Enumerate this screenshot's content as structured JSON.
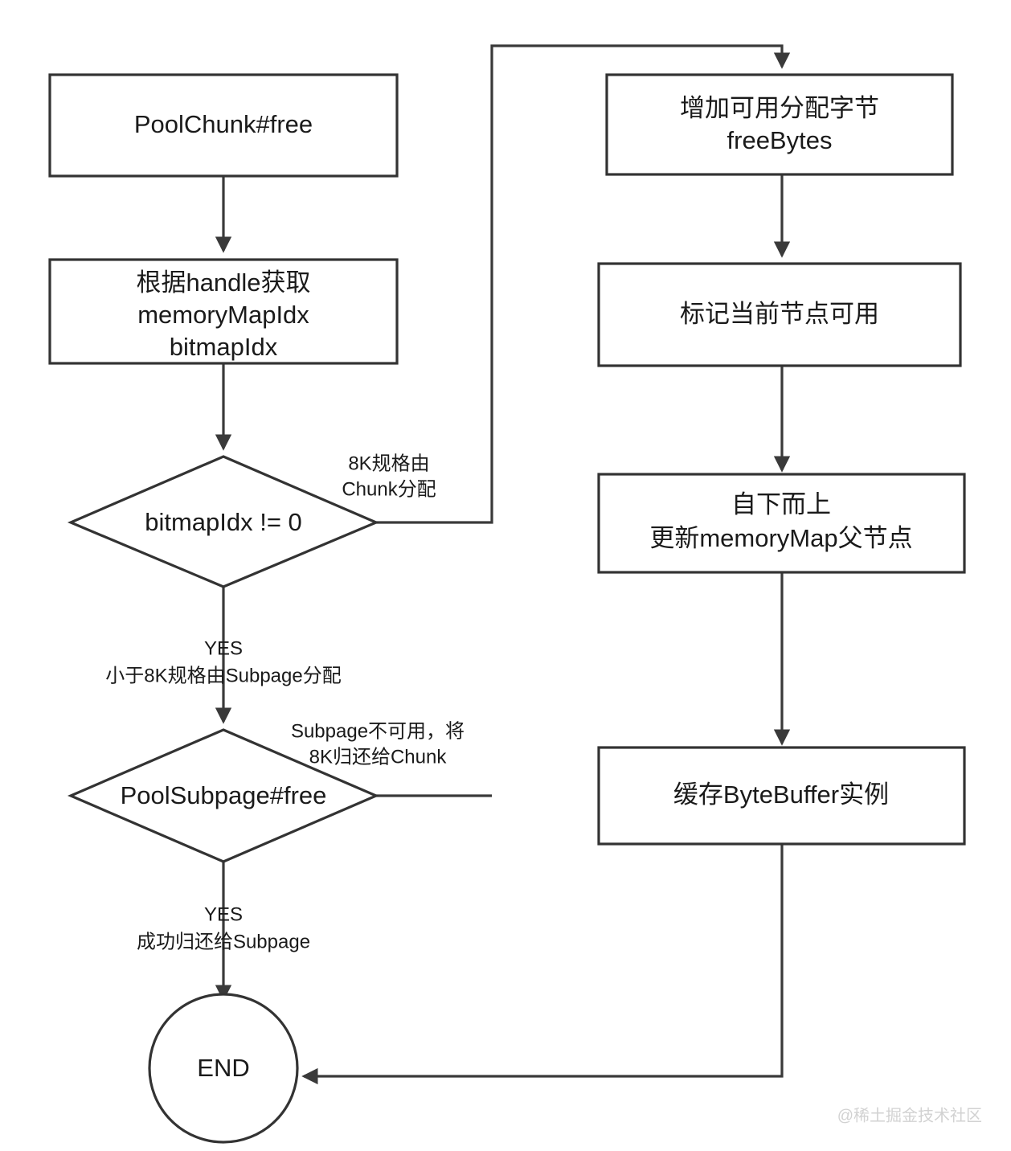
{
  "diagram": {
    "title": "PoolChunk#free flowchart",
    "colors": {
      "stroke": "#333333",
      "fill": "#ffffff",
      "text": "#1a1a1a",
      "watermark": "#d2d2d2"
    },
    "nodes": {
      "start": {
        "type": "process",
        "lines": [
          "PoolChunk#free"
        ]
      },
      "get_idx": {
        "type": "process",
        "lines": [
          "根据handle获取",
          "memoryMapIdx",
          "bitmapIdx"
        ]
      },
      "decision_bitmap": {
        "type": "decision",
        "lines": [
          "bitmapIdx != 0"
        ]
      },
      "decision_subpage": {
        "type": "decision",
        "lines": [
          "PoolSubpage#free"
        ]
      },
      "end": {
        "type": "terminator",
        "lines": [
          "END"
        ]
      },
      "free_bytes": {
        "type": "process",
        "lines": [
          "增加可用分配字节",
          "freeBytes"
        ]
      },
      "mark_node": {
        "type": "process",
        "lines": [
          "标记当前节点可用"
        ]
      },
      "update_parent": {
        "type": "process",
        "lines": [
          "自下而上",
          "更新memoryMap父节点"
        ]
      },
      "cache_buffer": {
        "type": "process",
        "lines": [
          "缓存ByteBuffer实例"
        ]
      }
    },
    "edge_labels": {
      "bitmap_no": [
        "8K规格由",
        "Chunk分配"
      ],
      "bitmap_yes": [
        "YES",
        "小于8K规格由Subpage分配"
      ],
      "subpage_no": [
        "Subpage不可用，将",
        "8K归还给Chunk"
      ],
      "subpage_yes": [
        "YES",
        "成功归还给Subpage"
      ]
    },
    "watermark": "@稀土掘金技术社区"
  }
}
